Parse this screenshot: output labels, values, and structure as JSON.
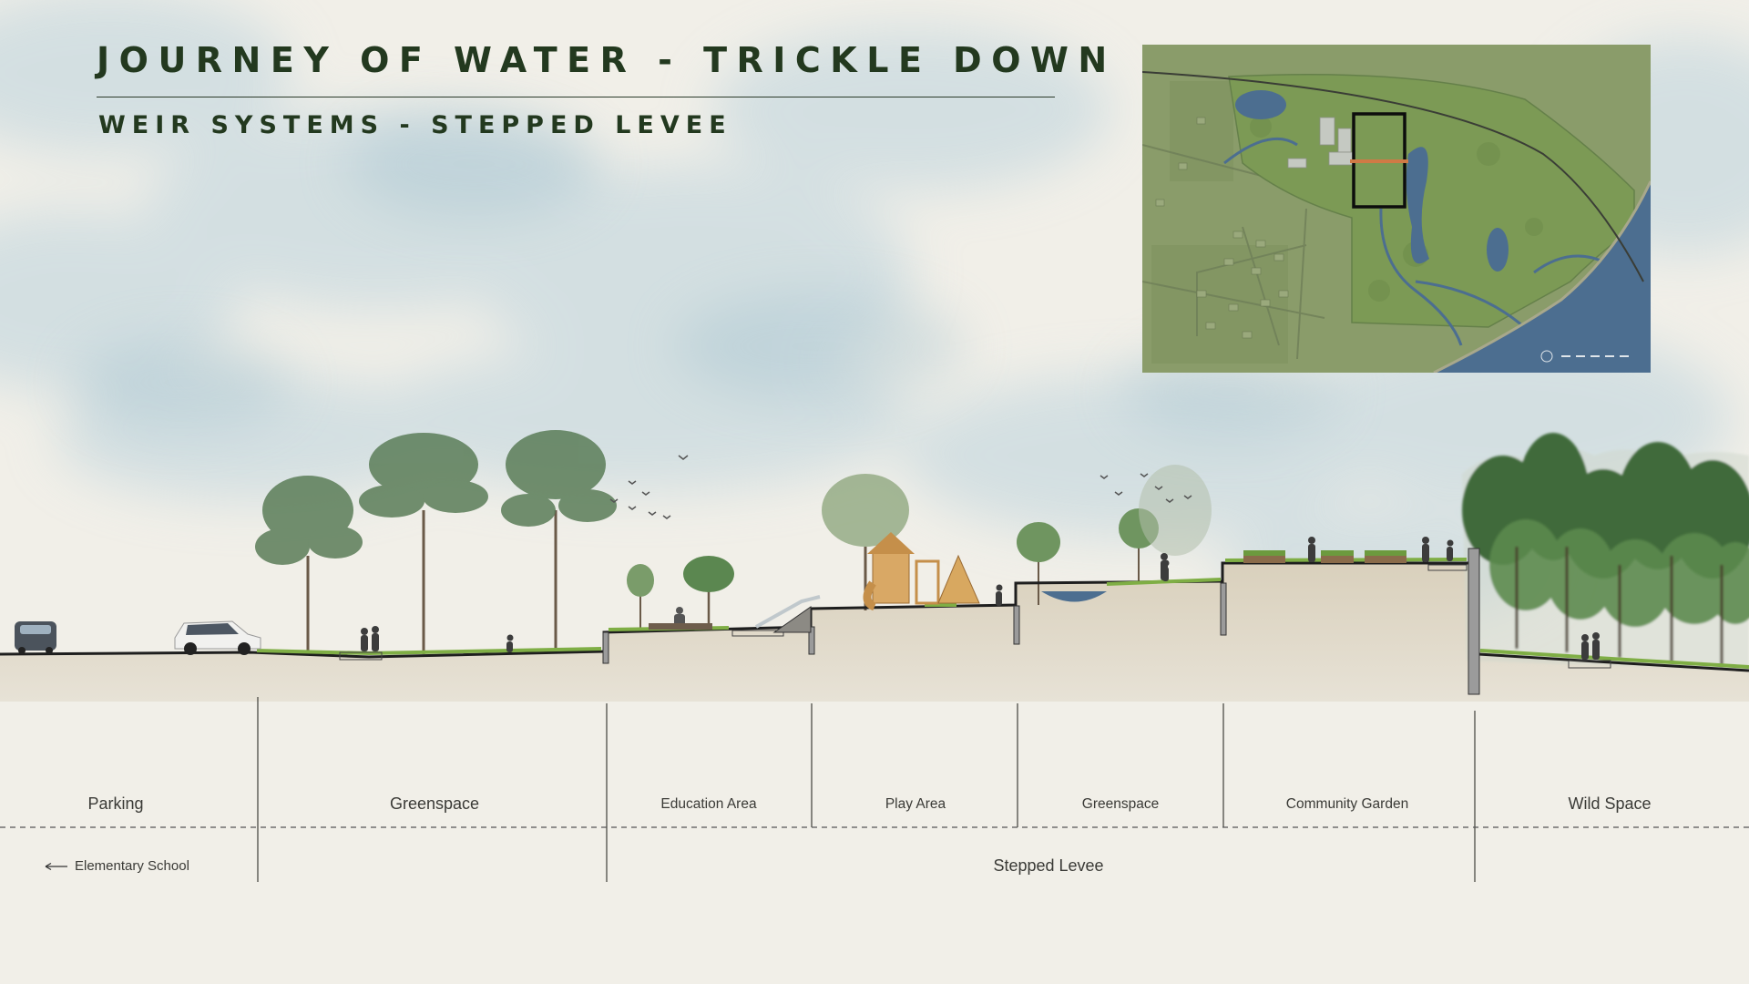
{
  "header": {
    "title": "JOURNEY OF WATER - TRICKLE DOWN",
    "subtitle": "WEIR SYSTEMS - STEPPED LEVEE"
  },
  "zones": [
    {
      "label": "Parking"
    },
    {
      "label": "Greenspace"
    },
    {
      "label": "Education Area"
    },
    {
      "label": "Play Area"
    },
    {
      "label": "Greenspace"
    },
    {
      "label": "Community Garden"
    },
    {
      "label": "Wild Space"
    }
  ],
  "groups": [
    {
      "label": "Elementary School",
      "icon": "arrow-left-icon"
    },
    {
      "label": "Stepped Levee"
    }
  ],
  "colors": {
    "ground": "#ddd5c4",
    "grass": "#7fae45",
    "ground_line": "#1e1e1e",
    "water": "#4c6e90",
    "map_land": "#8a9c6a",
    "map_park": "#7c9a55",
    "title": "#23391f"
  },
  "icons": [
    "car-icon",
    "tree-icon",
    "person-icon",
    "play-structure-icon",
    "bird-icon",
    "garden-bed-icon",
    "retaining-wall-icon"
  ]
}
